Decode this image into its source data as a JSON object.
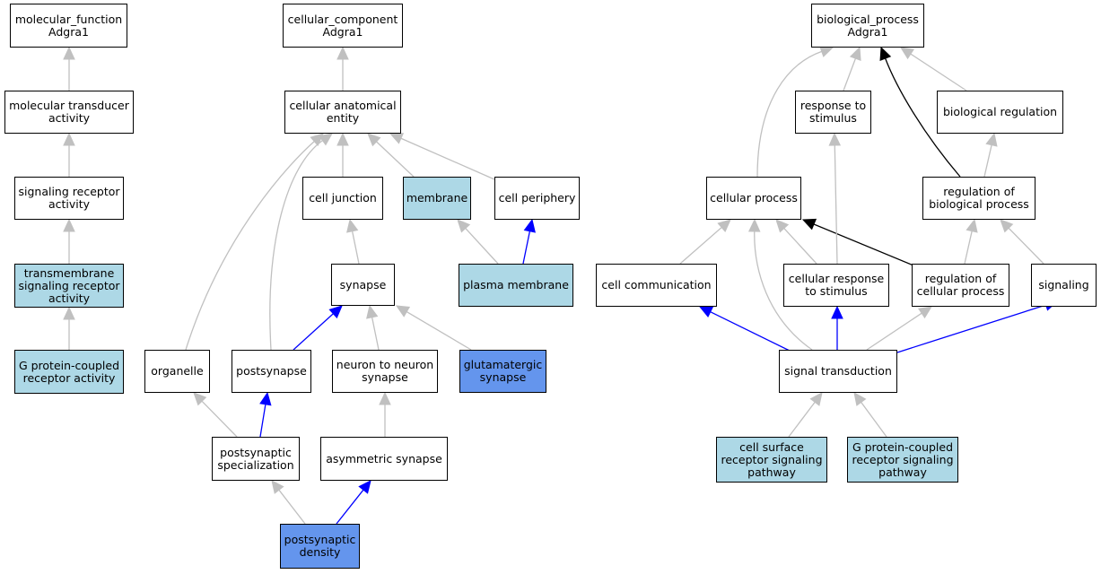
{
  "colors": {
    "node_default": "#ffffff",
    "node_light": "#add8e6",
    "node_dark": "#6495ed",
    "edge_gray": "#c0c0c0",
    "edge_blue": "#0000ff",
    "edge_black": "#000000"
  },
  "nodes": {
    "mf_root": {
      "label": "molecular_function\nAdgra1",
      "fill": "white"
    },
    "mol_transducer": {
      "label": "molecular transducer\nactivity",
      "fill": "white"
    },
    "sig_receptor": {
      "label": "signaling receptor\nactivity",
      "fill": "white"
    },
    "tm_sig_receptor": {
      "label": "transmembrane\nsignaling receptor\nactivity",
      "fill": "light"
    },
    "gpcr_activity": {
      "label": "G protein-coupled\nreceptor activity",
      "fill": "light"
    },
    "cc_root": {
      "label": "cellular_component\nAdgra1",
      "fill": "white"
    },
    "cell_anat": {
      "label": "cellular anatomical\nentity",
      "fill": "white"
    },
    "cell_junction": {
      "label": "cell junction",
      "fill": "white"
    },
    "membrane": {
      "label": "membrane",
      "fill": "light"
    },
    "cell_periphery": {
      "label": "cell periphery",
      "fill": "white"
    },
    "synapse": {
      "label": "synapse",
      "fill": "white"
    },
    "plasma_membrane": {
      "label": "plasma membrane",
      "fill": "light"
    },
    "organelle": {
      "label": "organelle",
      "fill": "white"
    },
    "postsynapse": {
      "label": "postsynapse",
      "fill": "white"
    },
    "n2n_synapse": {
      "label": "neuron to neuron\nsynapse",
      "fill": "white"
    },
    "glut_synapse": {
      "label": "glutamatergic\nsynapse",
      "fill": "dark"
    },
    "postsyn_spec": {
      "label": "postsynaptic\nspecialization",
      "fill": "white"
    },
    "asym_synapse": {
      "label": "asymmetric synapse",
      "fill": "white"
    },
    "postsyn_density": {
      "label": "postsynaptic\ndensity",
      "fill": "dark"
    },
    "bp_root": {
      "label": "biological_process\nAdgra1",
      "fill": "white"
    },
    "resp_stimulus": {
      "label": "response to\nstimulus",
      "fill": "white"
    },
    "bio_reg": {
      "label": "biological regulation",
      "fill": "white"
    },
    "cell_process": {
      "label": "cellular process",
      "fill": "white"
    },
    "reg_bio_process": {
      "label": "regulation of\nbiological process",
      "fill": "white"
    },
    "cell_comm": {
      "label": "cell communication",
      "fill": "white"
    },
    "cell_resp_stim": {
      "label": "cellular response\nto stimulus",
      "fill": "white"
    },
    "reg_cell_process": {
      "label": "regulation of\ncellular process",
      "fill": "white"
    },
    "signaling": {
      "label": "signaling",
      "fill": "white"
    },
    "signal_transduction": {
      "label": "signal transduction",
      "fill": "white"
    },
    "csr_pathway": {
      "label": "cell surface\nreceptor signaling\npathway",
      "fill": "light"
    },
    "gpcr_pathway": {
      "label": "G protein-coupled\nreceptor signaling\npathway",
      "fill": "light"
    }
  },
  "edges": [
    {
      "from": "mol_transducer",
      "to": "mf_root",
      "color": "gray"
    },
    {
      "from": "sig_receptor",
      "to": "mol_transducer",
      "color": "gray"
    },
    {
      "from": "tm_sig_receptor",
      "to": "sig_receptor",
      "color": "gray"
    },
    {
      "from": "gpcr_activity",
      "to": "tm_sig_receptor",
      "color": "gray"
    },
    {
      "from": "cell_anat",
      "to": "cc_root",
      "color": "gray"
    },
    {
      "from": "cell_junction",
      "to": "cell_anat",
      "color": "gray"
    },
    {
      "from": "membrane",
      "to": "cell_anat",
      "color": "gray"
    },
    {
      "from": "cell_periphery",
      "to": "cell_anat",
      "color": "gray"
    },
    {
      "from": "organelle",
      "to": "cell_anat",
      "color": "gray"
    },
    {
      "from": "postsynapse",
      "to": "cell_anat",
      "color": "gray"
    },
    {
      "from": "synapse",
      "to": "cell_junction",
      "color": "gray"
    },
    {
      "from": "plasma_membrane",
      "to": "membrane",
      "color": "gray"
    },
    {
      "from": "plasma_membrane",
      "to": "cell_periphery",
      "color": "blue"
    },
    {
      "from": "postsynapse",
      "to": "synapse",
      "color": "blue"
    },
    {
      "from": "n2n_synapse",
      "to": "synapse",
      "color": "gray"
    },
    {
      "from": "glut_synapse",
      "to": "synapse",
      "color": "gray"
    },
    {
      "from": "postsyn_spec",
      "to": "organelle",
      "color": "gray"
    },
    {
      "from": "postsyn_spec",
      "to": "postsynapse",
      "color": "blue"
    },
    {
      "from": "asym_synapse",
      "to": "n2n_synapse",
      "color": "gray"
    },
    {
      "from": "postsyn_density",
      "to": "postsyn_spec",
      "color": "gray"
    },
    {
      "from": "postsyn_density",
      "to": "asym_synapse",
      "color": "blue"
    },
    {
      "from": "cell_process",
      "to": "bp_root",
      "color": "gray"
    },
    {
      "from": "resp_stimulus",
      "to": "bp_root",
      "color": "gray"
    },
    {
      "from": "reg_bio_process",
      "to": "bp_root",
      "color": "black"
    },
    {
      "from": "bio_reg",
      "to": "bp_root",
      "color": "gray"
    },
    {
      "from": "reg_bio_process",
      "to": "bio_reg",
      "color": "gray"
    },
    {
      "from": "cell_comm",
      "to": "cell_process",
      "color": "gray"
    },
    {
      "from": "cell_resp_stim",
      "to": "cell_process",
      "color": "gray"
    },
    {
      "from": "reg_cell_process",
      "to": "cell_process",
      "color": "black"
    },
    {
      "from": "signal_transduction",
      "to": "cell_process",
      "color": "gray"
    },
    {
      "from": "cell_resp_stim",
      "to": "resp_stimulus",
      "color": "gray"
    },
    {
      "from": "reg_cell_process",
      "to": "reg_bio_process",
      "color": "gray"
    },
    {
      "from": "signaling",
      "to": "reg_bio_process",
      "color": "gray"
    },
    {
      "from": "signal_transduction",
      "to": "cell_comm",
      "color": "blue"
    },
    {
      "from": "signal_transduction",
      "to": "cell_resp_stim",
      "color": "blue"
    },
    {
      "from": "signal_transduction",
      "to": "reg_cell_process",
      "color": "gray"
    },
    {
      "from": "signal_transduction",
      "to": "signaling",
      "color": "blue"
    },
    {
      "from": "csr_pathway",
      "to": "signal_transduction",
      "color": "gray"
    },
    {
      "from": "gpcr_pathway",
      "to": "signal_transduction",
      "color": "gray"
    }
  ]
}
